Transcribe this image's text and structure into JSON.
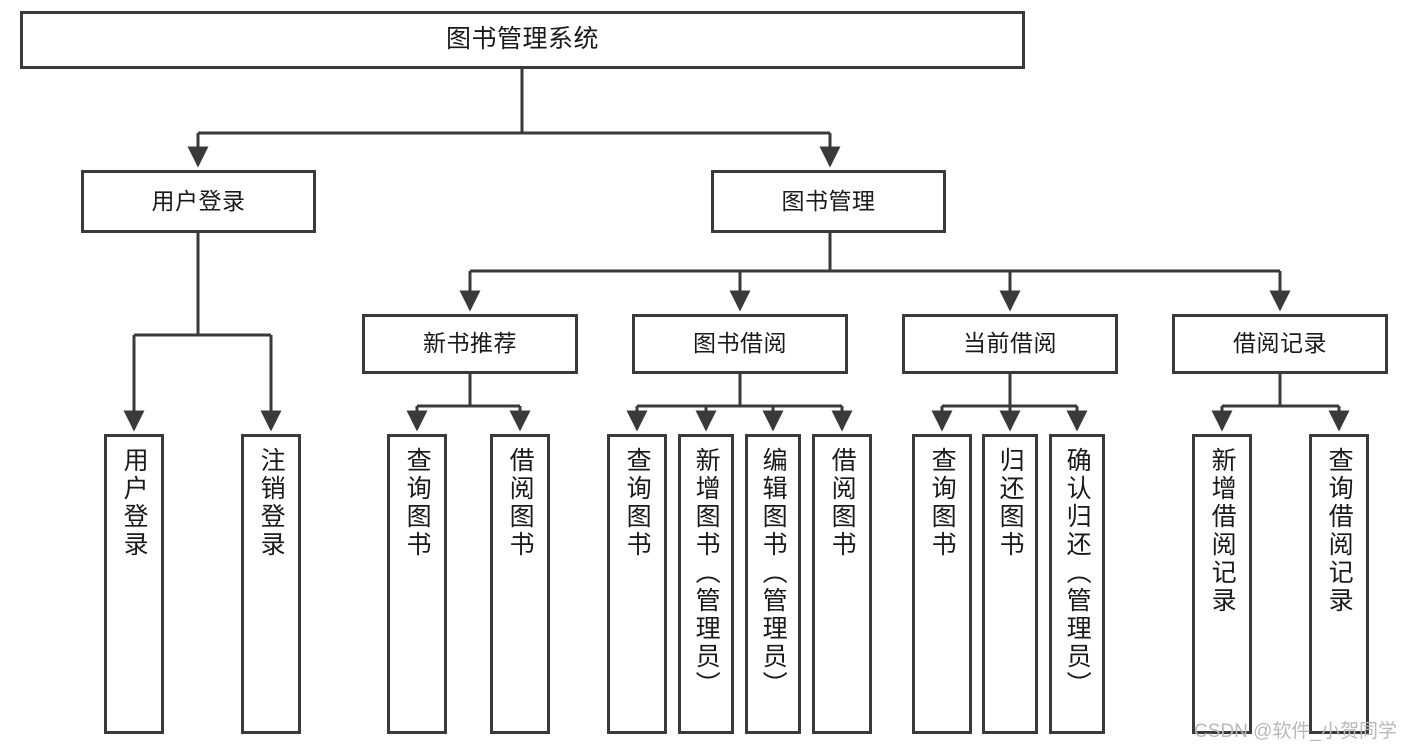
{
  "diagram": {
    "title": "图书管理系统",
    "watermark": "CSDN @软件_小贺同学",
    "colors": {
      "stroke": "#3a3a3a",
      "fill": "#ffffff",
      "text": "#1a1a1a",
      "watermark": "#b9b9b9"
    },
    "nodes": {
      "root": {
        "label": "图书管理系统"
      },
      "level2": [
        {
          "id": "user-login",
          "label": "用户登录"
        },
        {
          "id": "book-management",
          "label": "图书管理"
        }
      ],
      "level3": [
        {
          "id": "new-book-recommend",
          "label": "新书推荐"
        },
        {
          "id": "book-borrow",
          "label": "图书借阅"
        },
        {
          "id": "current-borrow",
          "label": "当前借阅"
        },
        {
          "id": "borrow-record",
          "label": "借阅记录"
        }
      ],
      "leaves": [
        {
          "id": "leaf-user-login",
          "label": "用户登录",
          "parent": "user-login"
        },
        {
          "id": "leaf-user-logout",
          "label": "注销登录",
          "parent": "user-login"
        },
        {
          "id": "leaf-query-book-1",
          "label": "查询图书",
          "parent": "new-book-recommend"
        },
        {
          "id": "leaf-borrow-book-1",
          "label": "借阅图书",
          "parent": "new-book-recommend"
        },
        {
          "id": "leaf-query-book-2",
          "label": "查询图书",
          "parent": "book-borrow"
        },
        {
          "id": "leaf-add-book",
          "label": "新增图书（管理员）",
          "parent": "book-borrow"
        },
        {
          "id": "leaf-edit-book",
          "label": "编辑图书（管理员）",
          "parent": "book-borrow"
        },
        {
          "id": "leaf-borrow-book-2",
          "label": "借阅图书",
          "parent": "book-borrow"
        },
        {
          "id": "leaf-query-book-3",
          "label": "查询图书",
          "parent": "current-borrow"
        },
        {
          "id": "leaf-return-book",
          "label": "归还图书",
          "parent": "current-borrow"
        },
        {
          "id": "leaf-confirm-return",
          "label": "确认归还（管理员）",
          "parent": "current-borrow"
        },
        {
          "id": "leaf-add-record",
          "label": "新增借阅记录",
          "parent": "borrow-record"
        },
        {
          "id": "leaf-query-record",
          "label": "查询借阅记录",
          "parent": "borrow-record"
        }
      ]
    }
  }
}
